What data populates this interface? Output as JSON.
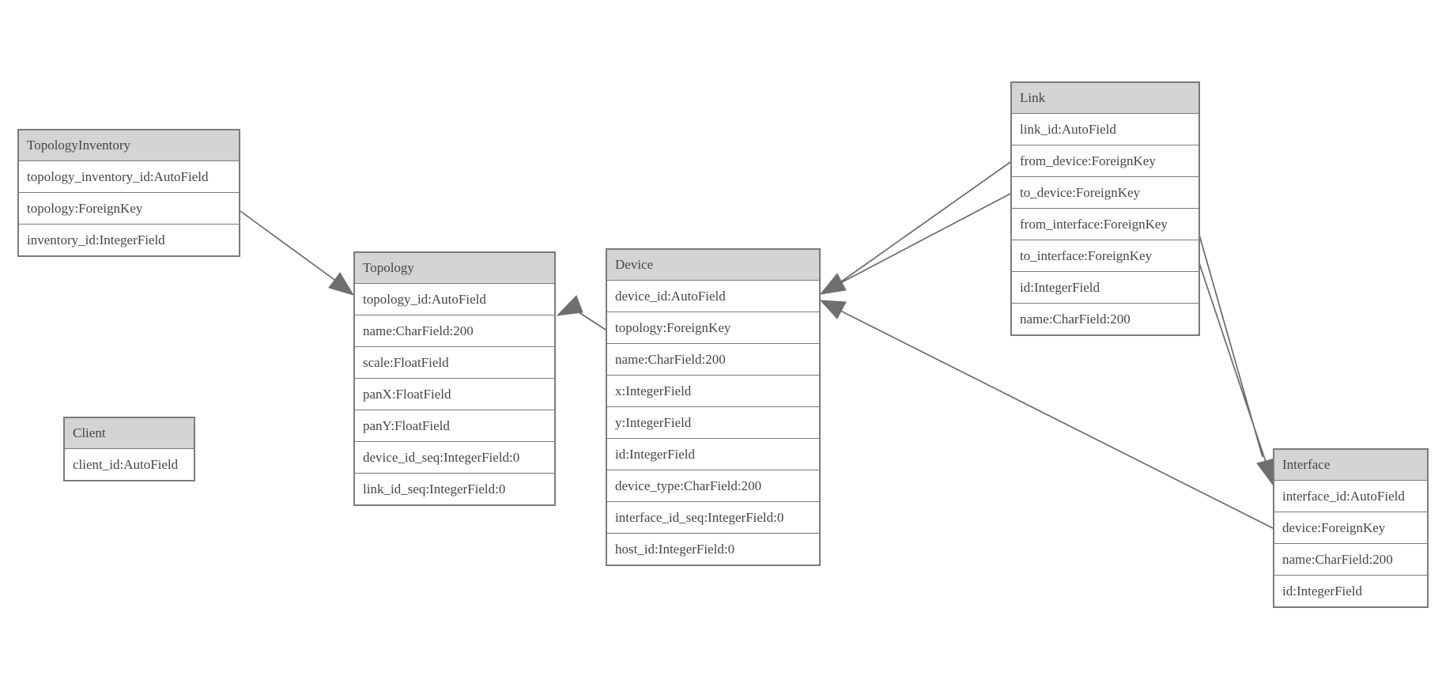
{
  "diagram": {
    "type": "entity-relationship-model-graph",
    "colors": {
      "background": "#ffffff",
      "node_border": "#7b7b7b",
      "header_fill": "#d4d4d4",
      "row_fill": "#ffffff",
      "text": "#454545",
      "edge_line": "#6a6a6a",
      "arrowhead_fill": "#6f6f6f"
    },
    "nodes": {
      "topology_inventory": {
        "title": "TopologyInventory",
        "fields": [
          "topology_inventory_id:AutoField",
          "topology:ForeignKey",
          "inventory_id:IntegerField"
        ]
      },
      "topology": {
        "title": "Topology",
        "fields": [
          "topology_id:AutoField",
          "name:CharField:200",
          "scale:FloatField",
          "panX:FloatField",
          "panY:FloatField",
          "device_id_seq:IntegerField:0",
          "link_id_seq:IntegerField:0"
        ]
      },
      "client": {
        "title": "Client",
        "fields": [
          "client_id:AutoField"
        ]
      },
      "device": {
        "title": "Device",
        "fields": [
          "device_id:AutoField",
          "topology:ForeignKey",
          "name:CharField:200",
          "x:IntegerField",
          "y:IntegerField",
          "id:IntegerField",
          "device_type:CharField:200",
          "interface_id_seq:IntegerField:0",
          "host_id:IntegerField:0"
        ]
      },
      "link": {
        "title": "Link",
        "fields": [
          "link_id:AutoField",
          "from_device:ForeignKey",
          "to_device:ForeignKey",
          "from_interface:ForeignKey",
          "to_interface:ForeignKey",
          "id:IntegerField",
          "name:CharField:200"
        ]
      },
      "interface": {
        "title": "Interface",
        "fields": [
          "interface_id:AutoField",
          "device:ForeignKey",
          "name:CharField:200",
          "id:IntegerField"
        ]
      }
    },
    "relationships": [
      {
        "from": "TopologyInventory.topology",
        "to": "Topology"
      },
      {
        "from": "Device.topology",
        "to": "Topology"
      },
      {
        "from": "Link.from_device",
        "to": "Device"
      },
      {
        "from": "Link.to_device",
        "to": "Device"
      },
      {
        "from": "Link.from_interface",
        "to": "Interface"
      },
      {
        "from": "Link.to_interface",
        "to": "Interface"
      },
      {
        "from": "Interface.device",
        "to": "Device"
      }
    ]
  }
}
